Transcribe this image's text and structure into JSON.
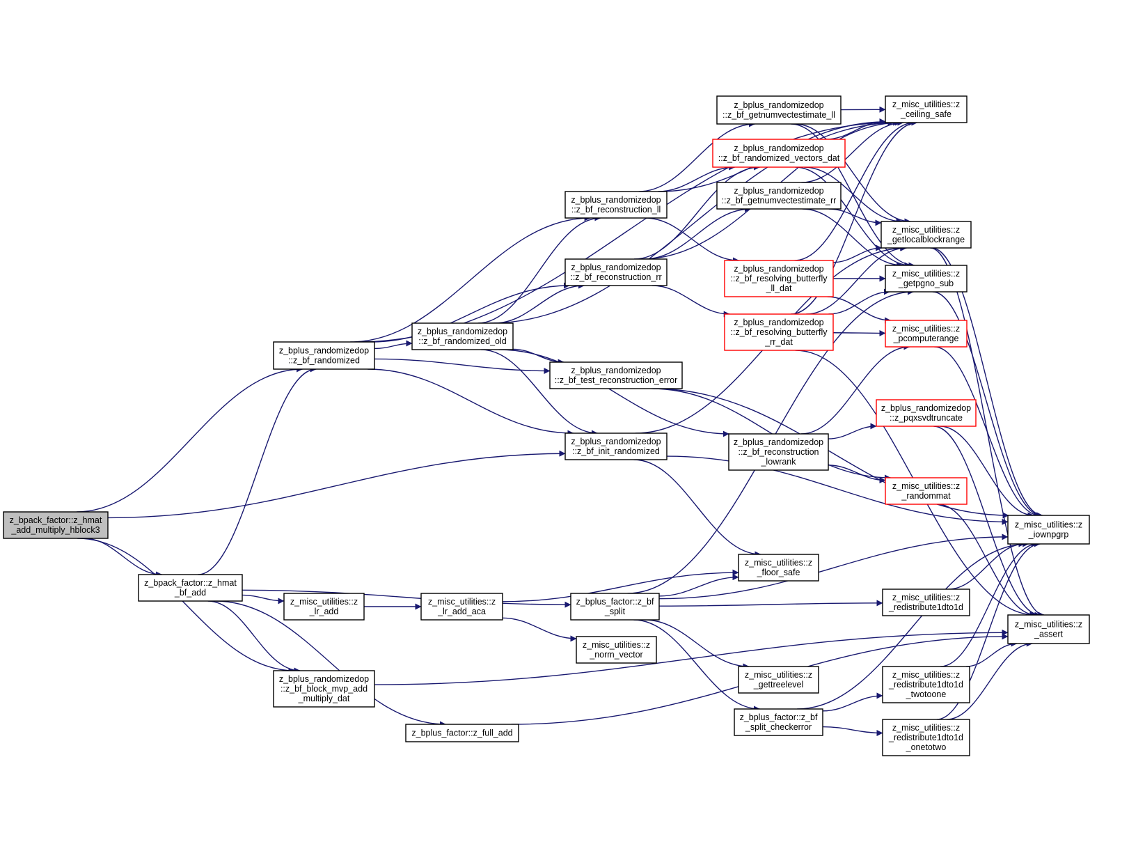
{
  "graph": {
    "nodes": [
      {
        "id": "root",
        "lines": [
          "z_bpack_factor::z_hmat",
          "_add_multiply_hblock3"
        ],
        "style": "root"
      },
      {
        "id": "bfr",
        "lines": [
          "z_bplus_randomizedop",
          "::z_bf_randomized"
        ],
        "style": "normal"
      },
      {
        "id": "hmat_bf",
        "lines": [
          "z_bpack_factor::z_hmat",
          "_bf_add"
        ],
        "style": "normal"
      },
      {
        "id": "bfr_old",
        "lines": [
          "z_bplus_randomizedop",
          "::z_bf_randomized_old"
        ],
        "style": "normal"
      },
      {
        "id": "recon_ll",
        "lines": [
          "z_bplus_randomizedop",
          "::z_bf_reconstruction_ll"
        ],
        "style": "normal"
      },
      {
        "id": "recon_rr",
        "lines": [
          "z_bplus_randomizedop",
          "::z_bf_reconstruction_rr"
        ],
        "style": "normal"
      },
      {
        "id": "test_err",
        "lines": [
          "z_bplus_randomizedop",
          "::z_bf_test_reconstruction_error"
        ],
        "style": "normal"
      },
      {
        "id": "init_rand",
        "lines": [
          "z_bplus_randomizedop",
          "::z_bf_init_randomized"
        ],
        "style": "normal"
      },
      {
        "id": "getnum_ll",
        "lines": [
          "z_bplus_randomizedop",
          "::z_bf_getnumvectestimate_ll"
        ],
        "style": "normal"
      },
      {
        "id": "rand_vec",
        "lines": [
          "z_bplus_randomizedop",
          "::z_bf_randomized_vectors_dat"
        ],
        "style": "red"
      },
      {
        "id": "getnum_rr",
        "lines": [
          "z_bplus_randomizedop",
          "::z_bf_getnumvectestimate_rr"
        ],
        "style": "normal"
      },
      {
        "id": "resolv_ll",
        "lines": [
          "z_bplus_randomizedop",
          "::z_bf_resolving_butterfly",
          "_ll_dat"
        ],
        "style": "red"
      },
      {
        "id": "resolv_rr",
        "lines": [
          "z_bplus_randomizedop",
          "::z_bf_resolving_butterfly",
          "_rr_dat"
        ],
        "style": "red"
      },
      {
        "id": "recon_lowrank",
        "lines": [
          "z_bplus_randomizedop",
          "::z_bf_reconstruction",
          "_lowrank"
        ],
        "style": "normal"
      },
      {
        "id": "ceiling",
        "lines": [
          "z_misc_utilities::z",
          "_ceiling_safe"
        ],
        "style": "normal"
      },
      {
        "id": "getlocal",
        "lines": [
          "z_misc_utilities::z",
          "_getlocalblockrange"
        ],
        "style": "normal"
      },
      {
        "id": "getpgno",
        "lines": [
          "z_misc_utilities::z",
          "_getpgno_sub"
        ],
        "style": "normal"
      },
      {
        "id": "pcompute",
        "lines": [
          "z_misc_utilities::z",
          "_pcomputerange"
        ],
        "style": "red"
      },
      {
        "id": "pqxsvd",
        "lines": [
          "z_bplus_randomizedop",
          "::z_pqxsvdtruncate"
        ],
        "style": "red"
      },
      {
        "id": "randommat",
        "lines": [
          "z_misc_utilities::z",
          "_randommat"
        ],
        "style": "red"
      },
      {
        "id": "iownpgrp",
        "lines": [
          "z_misc_utilities::z",
          "_iownpgrp"
        ],
        "style": "normal"
      },
      {
        "id": "assert",
        "lines": [
          "z_misc_utilities::z",
          "_assert"
        ],
        "style": "normal"
      },
      {
        "id": "floor",
        "lines": [
          "z_misc_utilities::z",
          "_floor_safe"
        ],
        "style": "normal"
      },
      {
        "id": "lr_add",
        "lines": [
          "z_misc_utilities::z",
          "_lr_add"
        ],
        "style": "normal"
      },
      {
        "id": "lr_add_aca",
        "lines": [
          "z_misc_utilities::z",
          "_lr_add_aca"
        ],
        "style": "normal"
      },
      {
        "id": "bf_split",
        "lines": [
          "z_bplus_factor::z_bf",
          "_split"
        ],
        "style": "normal"
      },
      {
        "id": "norm_vec",
        "lines": [
          "z_misc_utilities::z",
          "_norm_vector"
        ],
        "style": "normal"
      },
      {
        "id": "redist",
        "lines": [
          "z_misc_utilities::z",
          "_redistribute1dto1d"
        ],
        "style": "normal"
      },
      {
        "id": "gettree",
        "lines": [
          "z_misc_utilities::z",
          "_gettreelevel"
        ],
        "style": "normal"
      },
      {
        "id": "split_check",
        "lines": [
          "z_bplus_factor::z_bf",
          "_split_checkerror"
        ],
        "style": "normal"
      },
      {
        "id": "redist_two",
        "lines": [
          "z_misc_utilities::z",
          "_redistribute1dto1d",
          "_twotoone"
        ],
        "style": "normal"
      },
      {
        "id": "redist_one",
        "lines": [
          "z_misc_utilities::z",
          "_redistribute1dto1d",
          "_onetotwo"
        ],
        "style": "normal"
      },
      {
        "id": "block_mvp",
        "lines": [
          "z_bplus_randomizedop",
          "::z_bf_block_mvp_add",
          "_multiply_dat"
        ],
        "style": "normal"
      },
      {
        "id": "full_add",
        "lines": [
          "z_bplus_factor::z_full_add"
        ],
        "style": "normal"
      }
    ],
    "edges": [
      [
        "root",
        "bfr"
      ],
      [
        "root",
        "hmat_bf"
      ],
      [
        "root",
        "init_rand"
      ],
      [
        "root",
        "block_mvp"
      ],
      [
        "hmat_bf",
        "bfr"
      ],
      [
        "hmat_bf",
        "lr_add"
      ],
      [
        "hmat_bf",
        "bf_split"
      ],
      [
        "hmat_bf",
        "block_mvp"
      ],
      [
        "hmat_bf",
        "full_add"
      ],
      [
        "bfr",
        "bfr_old"
      ],
      [
        "bfr",
        "recon_ll"
      ],
      [
        "bfr",
        "recon_rr"
      ],
      [
        "bfr",
        "test_err"
      ],
      [
        "bfr",
        "init_rand"
      ],
      [
        "bfr",
        "ceiling"
      ],
      [
        "bfr_old",
        "recon_ll"
      ],
      [
        "bfr_old",
        "recon_rr"
      ],
      [
        "bfr_old",
        "test_err"
      ],
      [
        "bfr_old",
        "init_rand"
      ],
      [
        "bfr_old",
        "recon_lowrank"
      ],
      [
        "bfr_old",
        "ceiling"
      ],
      [
        "recon_ll",
        "getnum_ll"
      ],
      [
        "recon_ll",
        "rand_vec"
      ],
      [
        "recon_ll",
        "resolv_ll"
      ],
      [
        "recon_ll",
        "ceiling"
      ],
      [
        "recon_rr",
        "rand_vec"
      ],
      [
        "recon_rr",
        "getnum_rr"
      ],
      [
        "recon_rr",
        "resolv_rr"
      ],
      [
        "recon_rr",
        "ceiling"
      ],
      [
        "test_err",
        "randommat"
      ],
      [
        "test_err",
        "iownpgrp"
      ],
      [
        "init_rand",
        "getlocal"
      ],
      [
        "init_rand",
        "floor"
      ],
      [
        "init_rand",
        "iownpgrp"
      ],
      [
        "getnum_ll",
        "ceiling"
      ],
      [
        "getnum_ll",
        "getlocal"
      ],
      [
        "getnum_ll",
        "getpgno"
      ],
      [
        "rand_vec",
        "ceiling"
      ],
      [
        "rand_vec",
        "getlocal"
      ],
      [
        "rand_vec",
        "getpgno"
      ],
      [
        "getnum_rr",
        "ceiling"
      ],
      [
        "getnum_rr",
        "getlocal"
      ],
      [
        "getnum_rr",
        "getpgno"
      ],
      [
        "resolv_ll",
        "getlocal"
      ],
      [
        "resolv_ll",
        "getpgno"
      ],
      [
        "resolv_ll",
        "pcompute"
      ],
      [
        "resolv_ll",
        "ceiling"
      ],
      [
        "resolv_rr",
        "getlocal"
      ],
      [
        "resolv_rr",
        "getpgno"
      ],
      [
        "resolv_rr",
        "pcompute"
      ],
      [
        "resolv_rr",
        "ceiling"
      ],
      [
        "resolv_rr",
        "assert"
      ],
      [
        "recon_lowrank",
        "pcompute"
      ],
      [
        "recon_lowrank",
        "pqxsvd"
      ],
      [
        "recon_lowrank",
        "randommat"
      ],
      [
        "getlocal",
        "iownpgrp"
      ],
      [
        "getlocal",
        "assert"
      ],
      [
        "getpgno",
        "iownpgrp"
      ],
      [
        "pcompute",
        "iownpgrp"
      ],
      [
        "pqxsvd",
        "iownpgrp"
      ],
      [
        "pqxsvd",
        "assert"
      ],
      [
        "randommat",
        "assert"
      ],
      [
        "lr_add",
        "lr_add_aca"
      ],
      [
        "lr_add_aca",
        "floor"
      ],
      [
        "lr_add_aca",
        "norm_vec"
      ],
      [
        "bf_split",
        "floor"
      ],
      [
        "bf_split",
        "getpgno"
      ],
      [
        "bf_split",
        "iownpgrp"
      ],
      [
        "bf_split",
        "redist"
      ],
      [
        "bf_split",
        "gettree"
      ],
      [
        "bf_split",
        "split_check"
      ],
      [
        "redist",
        "iownpgrp"
      ],
      [
        "split_check",
        "redist_two"
      ],
      [
        "split_check",
        "redist_one"
      ],
      [
        "split_check",
        "iownpgrp"
      ],
      [
        "redist_two",
        "iownpgrp"
      ],
      [
        "redist_two",
        "assert"
      ],
      [
        "redist_one",
        "iownpgrp"
      ],
      [
        "redist_one",
        "assert"
      ],
      [
        "block_mvp",
        "assert"
      ],
      [
        "full_add",
        "assert"
      ]
    ]
  },
  "colors": {
    "edge": "#191970",
    "border": "#000000",
    "highlight_border": "#ff0000",
    "root_fill": "#bfbfbf",
    "node_fill": "#ffffff"
  }
}
